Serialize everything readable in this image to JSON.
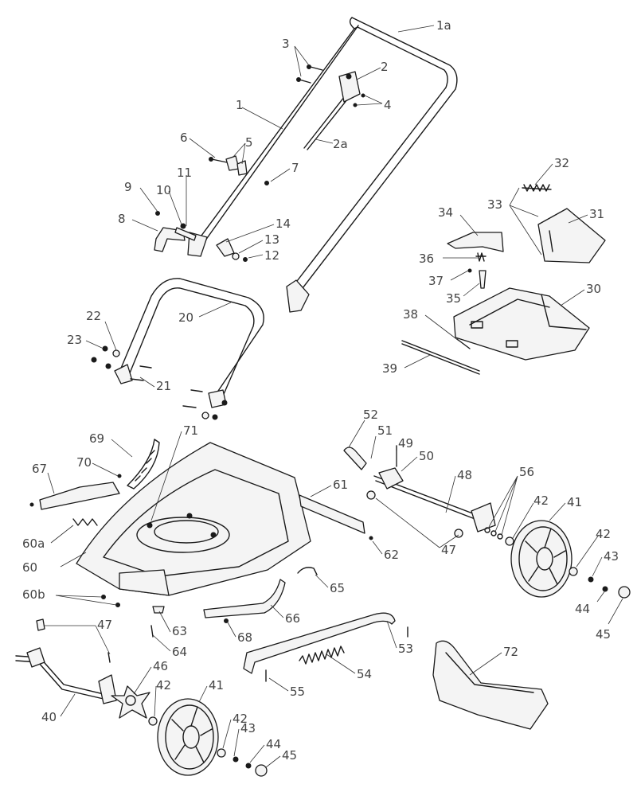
{
  "labels": {
    "l1a": "1a",
    "l2": "2",
    "l2a": "2a",
    "l3": "3",
    "l4": "4",
    "l1": "1",
    "l5": "5",
    "l6": "6",
    "l7": "7",
    "l9": "9",
    "l10": "10",
    "l11": "11",
    "l8": "8",
    "l14": "14",
    "l13": "13",
    "l12": "12",
    "l32": "32",
    "l33": "33",
    "l34": "34",
    "l31": "31",
    "l36": "36",
    "l37": "37",
    "l35": "35",
    "l30": "30",
    "l38": "38",
    "l39": "39",
    "l22": "22",
    "l20": "20",
    "l23": "23",
    "l21": "21",
    "l52": "52",
    "l51": "51",
    "l49": "49",
    "l50": "50",
    "l48": "48",
    "l56": "56",
    "l42a": "42",
    "l41a": "41",
    "l42b": "42",
    "l43a": "43",
    "l44a": "44",
    "l45a": "45",
    "l47a": "47",
    "l69": "69",
    "l71": "71",
    "l67": "67",
    "l70": "70",
    "l61": "61",
    "l60a": "60a",
    "l62": "62",
    "l60": "60",
    "l65": "65",
    "l60b": "60b",
    "l66": "66",
    "l63": "63",
    "l47b": "47",
    "l64": "64",
    "l68": "68",
    "l53": "53",
    "l72": "72",
    "l54": "54",
    "l46": "46",
    "l55": "55",
    "l40": "40",
    "l42c": "42",
    "l41b": "41",
    "l42d": "42",
    "l43b": "43",
    "l44b": "44",
    "l45b": "45"
  }
}
